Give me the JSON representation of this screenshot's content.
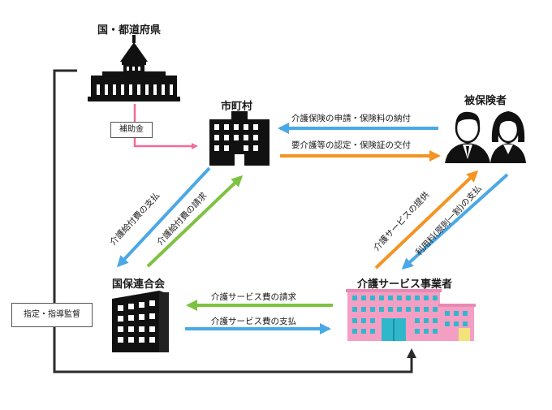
{
  "nodes": {
    "national": "国・都道府県",
    "municipality": "市町村",
    "insured": "被保険者",
    "federation": "国保連合会",
    "provider": "介護サービス事業者"
  },
  "labels": {
    "subsidy": "補助金",
    "supervision": "指定・指導監督",
    "application": "介護保険の申請・保険料の納付",
    "certification": "要介護等の認定・保険証の交付",
    "benefit_payment": "介護給付費の支払",
    "benefit_claim": "介護給付費の請求",
    "service_provision": "介護サービスの提供",
    "user_fee": "利用料(原則一割)の支払",
    "service_claim": "介護サービス費の請求",
    "service_payment": "介護サービス費の支払"
  },
  "colors": {
    "pink": "#f06c9b",
    "blue": "#4aa8e6",
    "orange": "#f39423",
    "green": "#7ec241",
    "dark": "#2b2b2b",
    "building_pink": "#f39fc4",
    "window_cyan": "#2fb7cc"
  },
  "icons": {
    "national": "diet-building-icon",
    "municipality": "office-building-icon",
    "insured": "people-icon",
    "federation": "tower-building-icon",
    "provider": "facility-building-icon"
  }
}
